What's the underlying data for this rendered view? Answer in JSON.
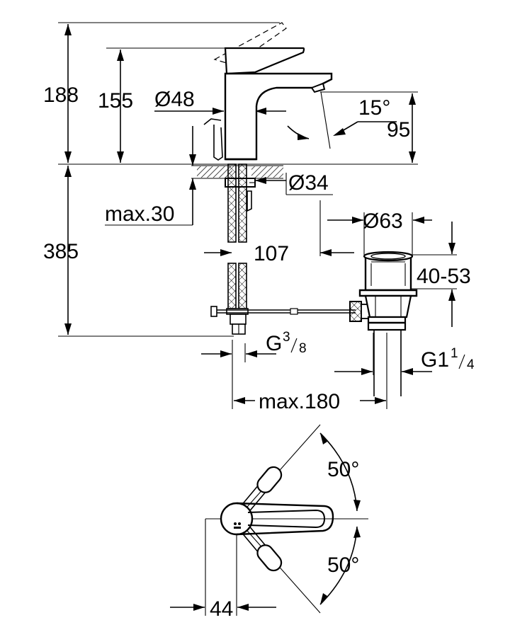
{
  "dimensions": {
    "total_height": "188",
    "spout_height": "155",
    "body_diameter": "Ø48",
    "spout_angle": "15°",
    "outlet_height": "95",
    "supply_length": "385",
    "hole_diameter": "Ø34",
    "deck_thickness": "max.30",
    "drain_diameter": "Ø63",
    "drain_offset": "107",
    "drain_range": "40-53",
    "connection_prefix": "G",
    "connection_sup": "3",
    "connection_sub": "8",
    "drain_thread_prefix": "G1",
    "drain_thread_sup": "1",
    "drain_thread_sub": "4",
    "max_reach": "max.180",
    "lever_angle_top": "50°",
    "lever_angle_bottom": "50°",
    "handle_offset": "44"
  }
}
